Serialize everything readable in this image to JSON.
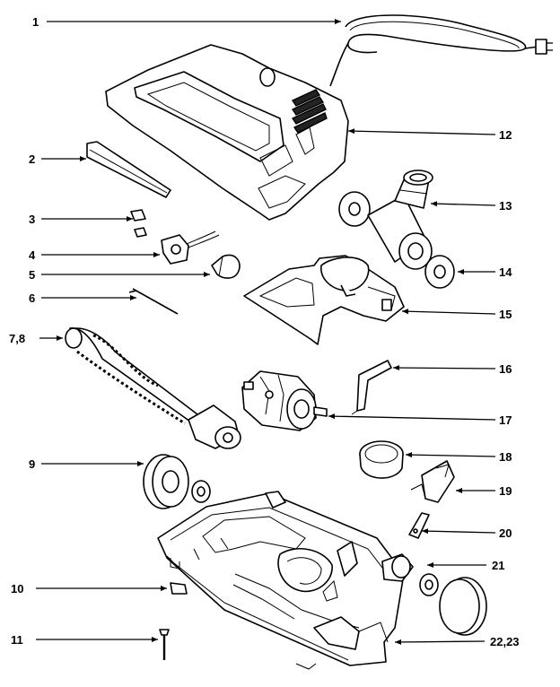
{
  "labels": {
    "p1": "1",
    "p2": "2",
    "p3": "3",
    "p4": "4",
    "p5": "5",
    "p6": "6",
    "p7_8": "7,8",
    "p9": "9",
    "p10": "10",
    "p11": "11",
    "p12": "12",
    "p13": "13",
    "p14": "14",
    "p15": "15",
    "p16": "16",
    "p17": "17",
    "p18": "18",
    "p19": "19",
    "p20": "20",
    "p21": "21",
    "p22_23": "22,23"
  },
  "colors": {
    "line": "#000000",
    "background": "#ffffff"
  }
}
